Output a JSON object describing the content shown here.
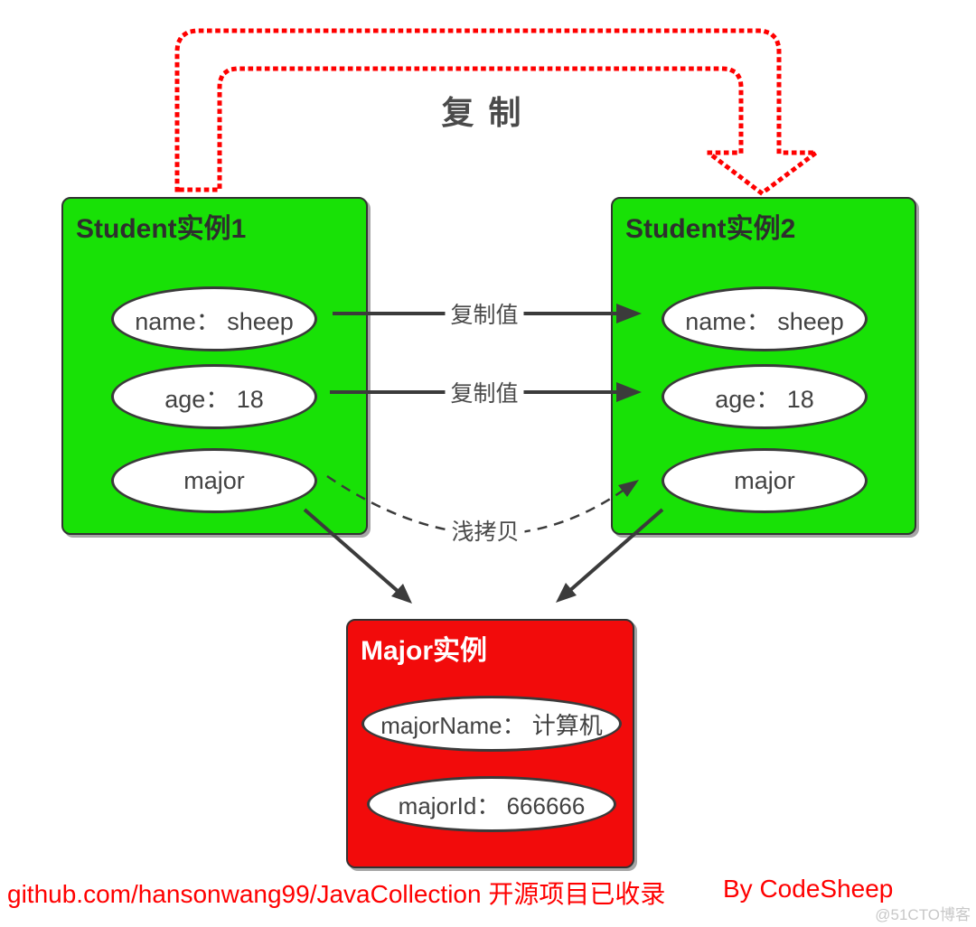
{
  "colors": {
    "green": "#18e106",
    "red": "#f20b0b",
    "arrow_red": "#ff0000",
    "arrow_dark": "#3b3b3b",
    "footer_red": "#ff0000",
    "watermark_gray": "#c8c8c8"
  },
  "top_arrow": {
    "label": "复 制"
  },
  "student1": {
    "title": "Student实例1",
    "fields": [
      "name： sheep",
      "age： 18",
      "major"
    ]
  },
  "student2": {
    "title": "Student实例2",
    "fields": [
      "name： sheep",
      "age： 18",
      "major"
    ]
  },
  "major": {
    "title": "Major实例",
    "fields": [
      "majorName： 计算机",
      "majorId： 666666"
    ]
  },
  "edges": {
    "copy_value_1": "复制值",
    "copy_value_2": "复制值",
    "shallow_copy": "浅拷贝"
  },
  "footer": {
    "repo_text": "github.com/hansonwang99/JavaCollection 开源项目已收录",
    "credit": "By CodeSheep",
    "watermark": "@51CTO博客"
  }
}
